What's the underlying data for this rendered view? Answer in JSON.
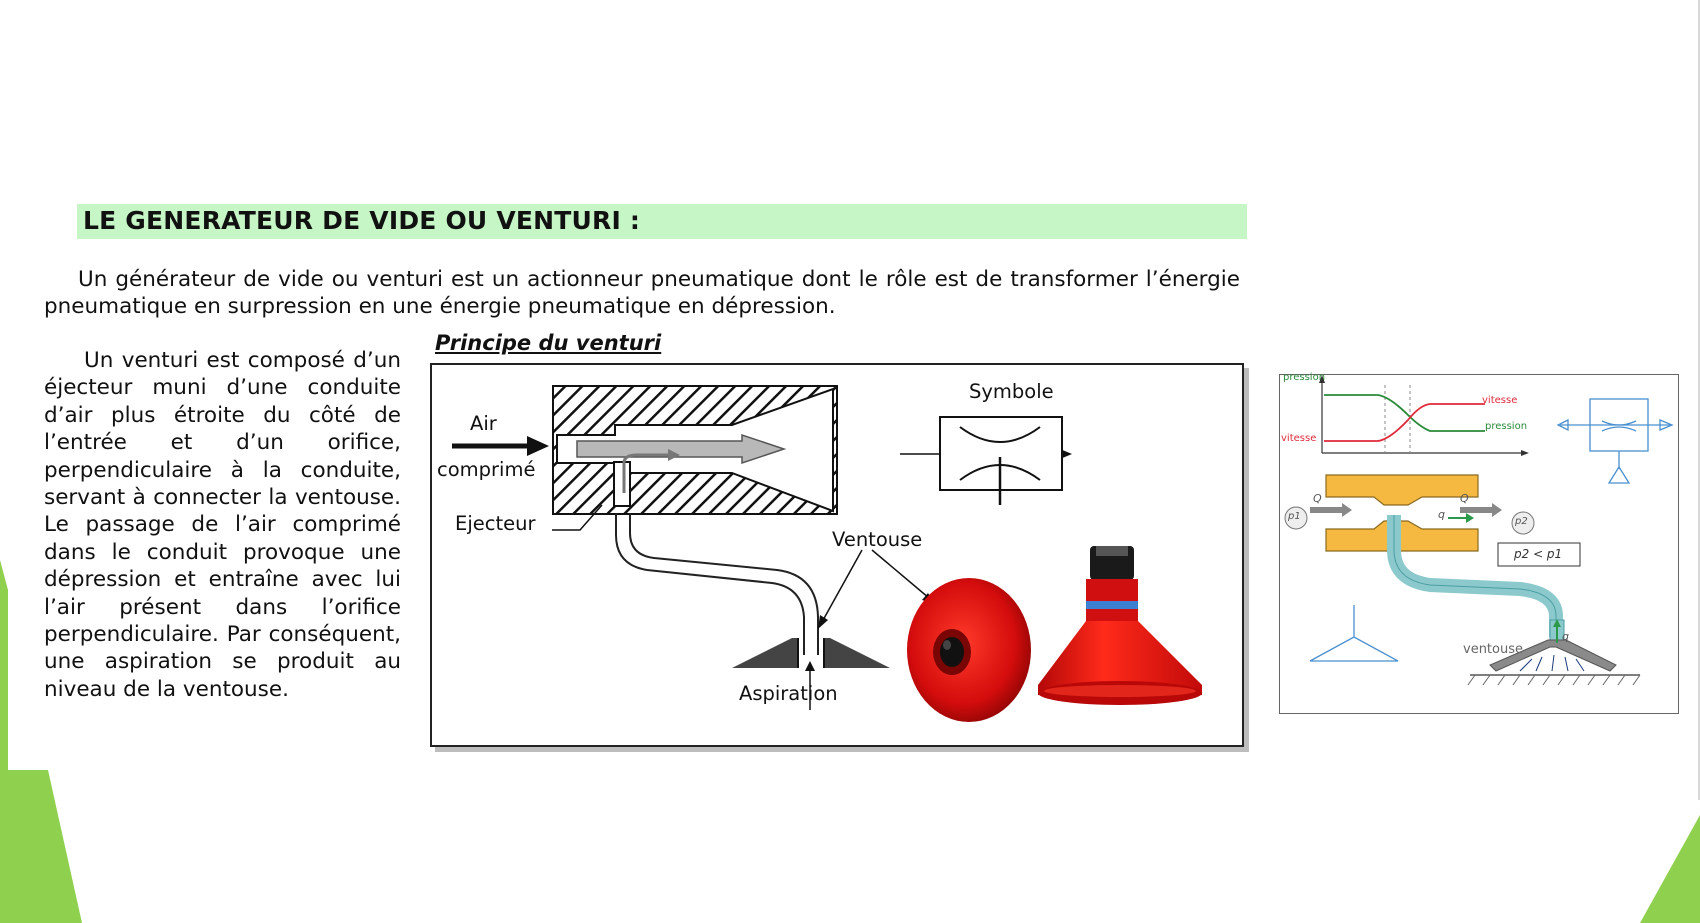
{
  "heading": "LE GENERATEUR DE VIDE OU VENTURI :",
  "intro": "Un générateur de vide ou venturi est un actionneur pneumatique dont le rôle est de transformer l’énergie pneumatique en surpression en une énergie pneumatique en dépression.",
  "description": "Un venturi est composé d’un éjecteur muni d’une conduite d’air plus étroite du côté de l’entrée et d’un orifice, perpendiculaire à la conduite, servant à connecter la ventouse. Le passage de l’air comprimé dans le conduit provoque une dépression et entraîne avec lui l’air présent dans l’orifice perpendiculaire. Par conséquent, une aspiration se produit au niveau de la ventouse.",
  "figure": {
    "caption": "Principe du venturi",
    "labels": {
      "air": "Air",
      "comprime": "comprimé",
      "symbole": "Symbole",
      "ejecteur": "Ejecteur",
      "ventouse": "Ventouse",
      "aspiration": "Aspiration"
    }
  },
  "side_diagram": {
    "pression_top": "pression",
    "vitesse_top": "vitesse",
    "vitesse_left": "vitesse",
    "pression_right": "pression",
    "q_left": "Q",
    "q_right": "Q",
    "q_small": "q",
    "q_down": "q",
    "p1": "p1",
    "p2": "p2",
    "relation": "p2 < p1",
    "ventouse": "ventouse"
  },
  "colors": {
    "heading_bg": "#c6f5c6",
    "slide_accent": "#8fd14f",
    "suction_cup_red": "#e01010",
    "nozzle_orange": "#f5b942",
    "pipe_teal": "#8cc9cc"
  }
}
